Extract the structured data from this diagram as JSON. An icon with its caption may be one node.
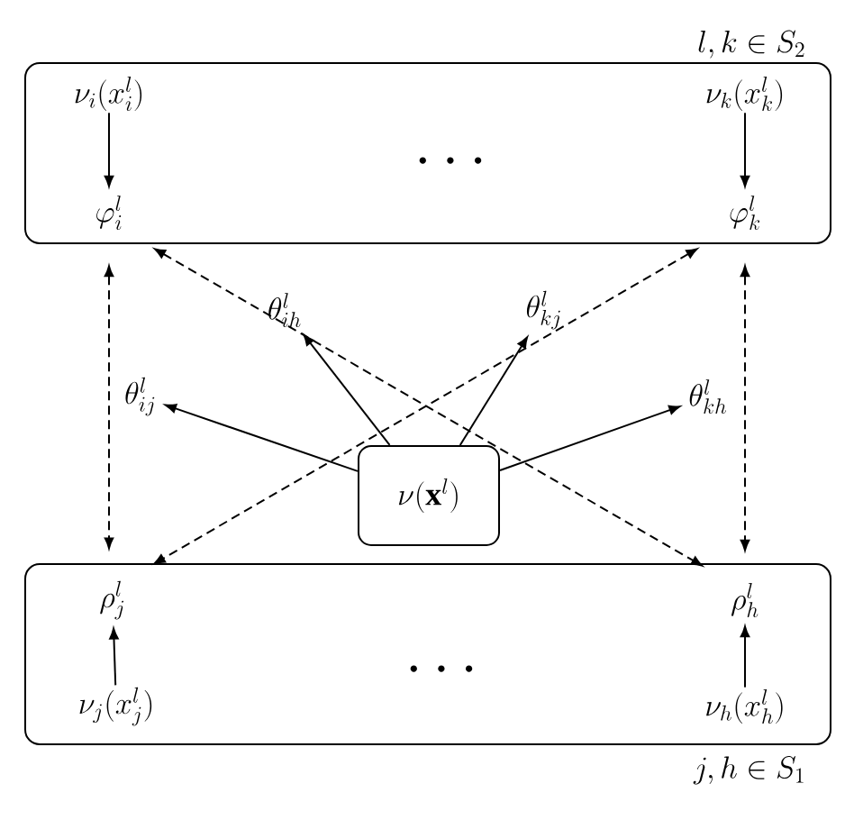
{
  "diagram": {
    "nodes": [
      {
        "text": [
          "l, k \\in S_2",
          "\\cdots"
        ]
      },
      {
        "text": [
          "\\nu_i(x_i^l)"
        ],
        "in": 0
      },
      {
        "text": [
          "\\varphi_i^l"
        ],
        "in": 0
      },
      {
        "text": [
          "\\nu_k(x_k^l)"
        ],
        "in": 0
      },
      {
        "text": [
          "\\varphi_k^l"
        ],
        "in": 0
      },
      {
        "text": [
          "j, h \\in S_1",
          "\\cdots"
        ]
      },
      {
        "text": [
          "\\rho_j^l"
        ],
        "in": 5
      },
      {
        "text": [
          "\\nu_j(x_j^l)"
        ],
        "in": 5
      },
      {
        "text": [
          "\\rho_h^l"
        ],
        "in": 5
      },
      {
        "text": [
          "\\nu_h(x_h^l)"
        ],
        "in": 5
      },
      {
        "text": [
          "\\nu(\\mathbf{x}^l)"
        ]
      },
      {
        "text": [
          "\\theta_{ij}^l"
        ]
      },
      {
        "text": [
          "\\theta_{ih}^l"
        ]
      },
      {
        "text": [
          "\\theta_{kj}^l"
        ]
      },
      {
        "text": [
          "\\theta_{kh}^l"
        ]
      }
    ],
    "edges": [
      {
        "from": 1,
        "to": 2,
        "arrow": "to"
      },
      {
        "from": 3,
        "to": 4,
        "arrow": "to"
      },
      {
        "from": 7,
        "to": 6,
        "arrow": "to"
      },
      {
        "from": 9,
        "to": 8,
        "arrow": "to"
      },
      {
        "from": 2,
        "to": 6,
        "arrow": "both",
        "style": "dashed"
      },
      {
        "from": 4,
        "to": 8,
        "arrow": "both",
        "style": "dashed"
      },
      {
        "from": 2,
        "to": 8,
        "arrow": "both",
        "style": "dashed"
      },
      {
        "from": 4,
        "to": 6,
        "arrow": "both",
        "style": "dashed"
      },
      {
        "from": 10,
        "to": 11,
        "arrow": "to"
      },
      {
        "from": 10,
        "to": 12,
        "arrow": "to"
      },
      {
        "from": 10,
        "to": 13,
        "arrow": "to"
      },
      {
        "from": 10,
        "to": 14,
        "arrow": "to"
      }
    ]
  }
}
